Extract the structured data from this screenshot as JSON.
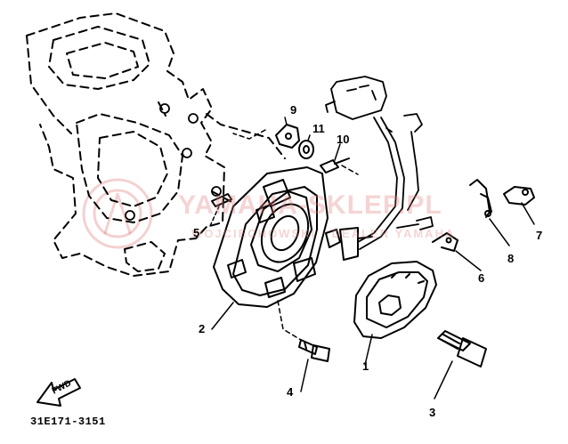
{
  "diagram": {
    "code": "31E171-3151",
    "fwd_label": "FWD",
    "watermark_main": "YAMAHA-SKLEP.PL",
    "watermark_sub": "WOJCIECHOWSKI · DEALER YAMAHA",
    "callouts": {
      "c1": "1",
      "c2": "2",
      "c3": "3",
      "c4": "4",
      "c5": "5",
      "c6": "6",
      "c7": "7",
      "c8": "8",
      "c9": "9",
      "c10": "10",
      "c11": "11"
    }
  },
  "colors": {
    "line": "#000000",
    "watermark": "#e07878",
    "background": "#ffffff"
  }
}
